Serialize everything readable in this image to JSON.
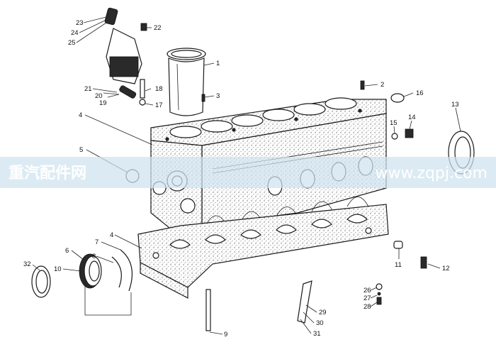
{
  "watermark": {
    "left_text": "重汽配件网",
    "right_text": "www.zqpj.com",
    "band_color": "#cfe3ee"
  },
  "callouts": {
    "p1": "1",
    "p2": "2",
    "p3": "3",
    "p4a": "4",
    "p4b": "4",
    "p5": "5",
    "p6": "6",
    "p7": "7",
    "p8": "8",
    "p9": "9",
    "p10": "10",
    "p11": "11",
    "p12": "12",
    "p13": "13",
    "p14": "14",
    "p15": "15",
    "p16": "16",
    "p17": "17",
    "p18": "18",
    "p19": "19",
    "p20": "20",
    "p21": "21",
    "p22": "22",
    "p23": "23",
    "p24": "24",
    "p25": "25",
    "p26": "26",
    "p27": "27",
    "p28": "28",
    "p29": "29",
    "p30": "30",
    "p31": "31",
    "p32": "32"
  }
}
